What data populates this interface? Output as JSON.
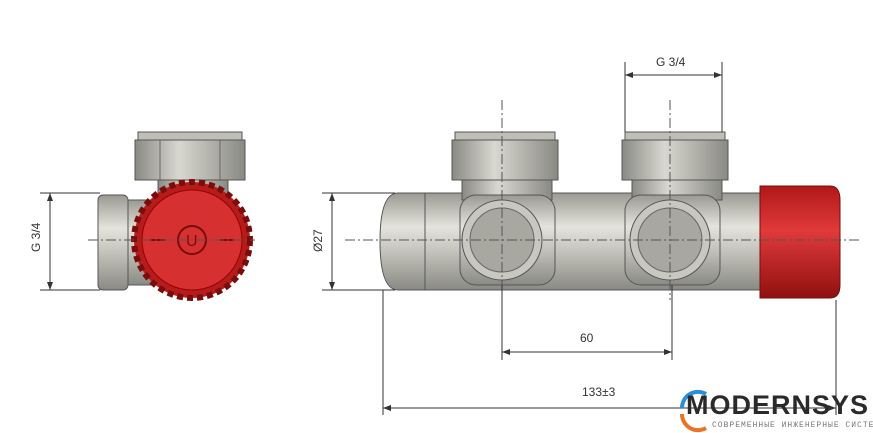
{
  "dimensions": {
    "side_thread": "G 3/4",
    "diameter": "Ø27",
    "top_thread": "G 3/4",
    "port_spacing": "60",
    "overall_length": "133±3"
  },
  "logo": {
    "name": "MODERNSYS",
    "tagline": "СОВРЕМЕННЫЕ ИНЖЕНЕРНЫЕ СИСТЕМЫ",
    "accent_blue": "#2a8fd8",
    "accent_orange": "#e8742a"
  },
  "colors": {
    "knob": "#d42a2a",
    "metal": "#b8b8b0"
  }
}
